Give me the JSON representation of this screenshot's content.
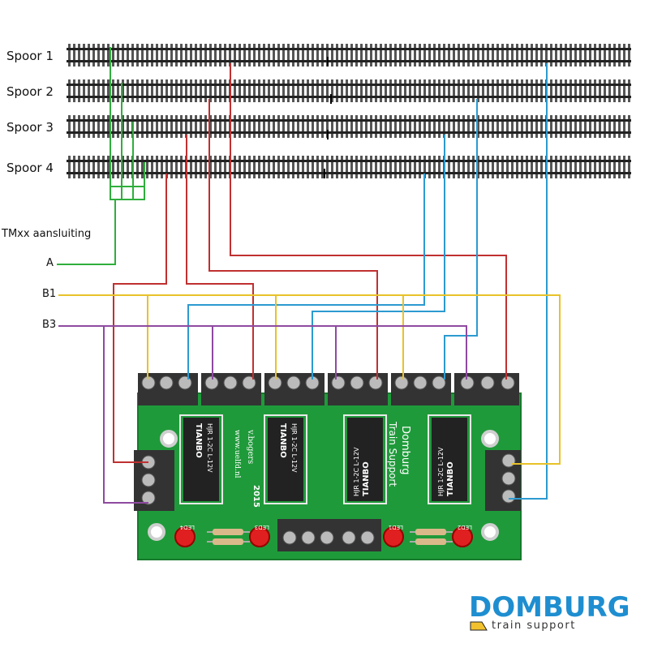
{
  "tracks": [
    "Spoor 1",
    "Spoor 2",
    "Spoor 3",
    "Spoor 4"
  ],
  "connector_label": "TMxx aansluiting",
  "wires": {
    "a": "A",
    "b1": "B1",
    "b3": "B3"
  },
  "pcb": {
    "relay_brand": "TIANBO",
    "relay_model": "HJR 1-2C L-12V",
    "author": "v.bogers",
    "website": "www.uelfd.nl",
    "year": "2015",
    "maker_line1": "Domburg",
    "maker_line2": "Train Support",
    "leds": [
      "LED4",
      "LED3",
      "LED1",
      "LED2"
    ]
  },
  "logo": {
    "brand": "DOMBURG",
    "tagline": "train support"
  },
  "colors": {
    "common_a": "#2fae3c",
    "feed_red": "#c03030",
    "feed_blue": "#2c9ad0",
    "b1_yellow": "#e8c22a",
    "b3_purple": "#8e4aa0",
    "pcb_green": "#1f9a3a",
    "logo_blue": "#1e8ed0"
  }
}
